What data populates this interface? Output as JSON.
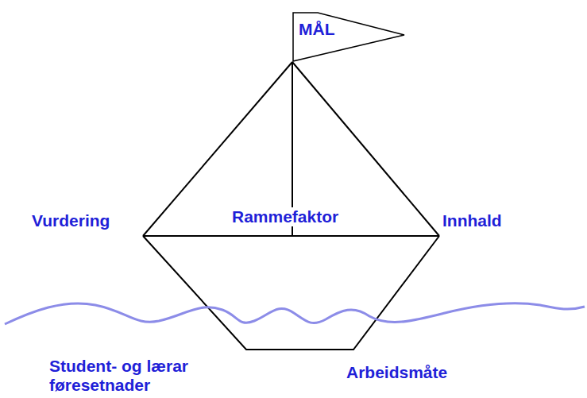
{
  "diagram": {
    "nodes": [
      {
        "text": [
          "MÅL"
        ]
      }
    ],
    "labels": [
      "Vurdering",
      "Rammefaktor",
      "Innhald",
      "Student- og lærar føresetnader",
      "Arbeidsmåte"
    ]
  }
}
